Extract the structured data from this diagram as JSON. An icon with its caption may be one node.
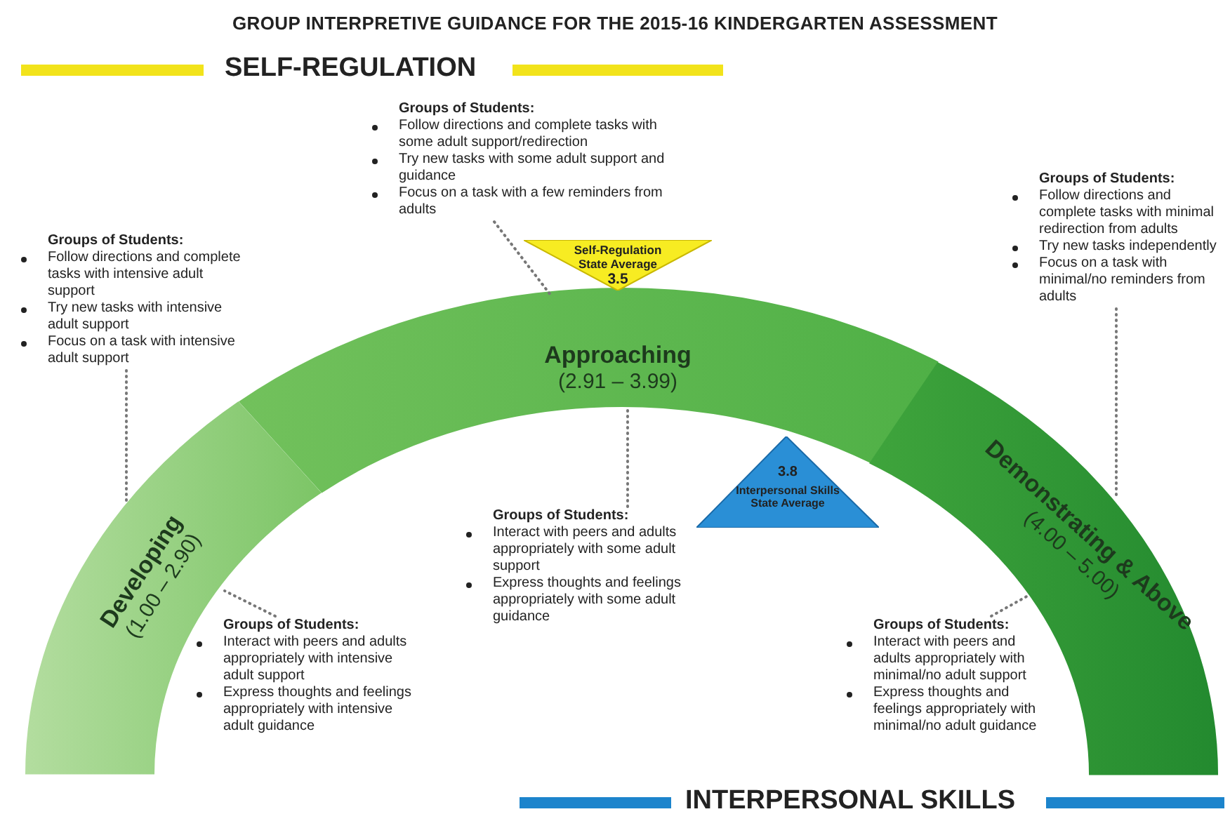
{
  "diagram": {
    "title": "GROUP INTERPRETIVE GUIDANCE FOR THE 2015-16 KINDERGARTEN ASSESSMENT",
    "nodes": [
      {
        "text": [
          "Developing",
          "(1.00 – 2.90)"
        ]
      },
      {
        "text": [
          "Approaching",
          "(2.91 – 3.99)"
        ]
      },
      {
        "text": [
          "Demonstrating & Above",
          "(4.00 – 5.00)"
        ]
      },
      {
        "text": [
          "Self-Regulation State Average",
          "3.5"
        ]
      },
      {
        "text": [
          "3.8",
          "Interpersonal Skills State Average"
        ]
      },
      {
        "text": [
          "Groups of Students:",
          "Follow directions and complete tasks with intensive adult support",
          "Try new tasks with intensive adult support",
          "Focus on a task with intensive adult support"
        ]
      },
      {
        "text": [
          "Groups of Students:",
          "Follow directions and complete tasks with some adult support/redirection",
          "Try new tasks with some adult support and guidance",
          "Focus on a task with a few reminders from adults"
        ]
      },
      {
        "text": [
          "Groups of Students:",
          "Follow directions and complete tasks with minimal redirection from adults",
          "Try new tasks independently",
          "Focus on a task with minimal/no reminders from adults"
        ]
      },
      {
        "text": [
          "Groups of Students:",
          "Interact with peers and adults appropriately with intensive adult support",
          "Express thoughts and feelings appropriately with intensive adult guidance"
        ]
      },
      {
        "text": [
          "Groups of Students:",
          "Interact with peers and adults appropriately with some adult support",
          "Express thoughts and feelings appropriately with some adult guidance"
        ]
      },
      {
        "text": [
          "Groups of Students:",
          "Interact with peers and adults appropriately with minimal/no adult support",
          "Express thoughts and feelings appropriately with minimal/no adult guidance"
        ]
      }
    ],
    "edges": [
      {
        "from": 5,
        "to": 0,
        "arrow": "none"
      },
      {
        "from": 6,
        "to": 1,
        "arrow": "none"
      },
      {
        "from": 7,
        "to": 2,
        "arrow": "none"
      },
      {
        "from": 8,
        "to": 0,
        "arrow": "none"
      },
      {
        "from": 9,
        "to": 1,
        "arrow": "none"
      },
      {
        "from": 10,
        "to": 2,
        "arrow": "none"
      }
    ],
    "labels": [
      "SELF-REGULATION",
      "INTERPERSONAL SKILLS"
    ]
  }
}
